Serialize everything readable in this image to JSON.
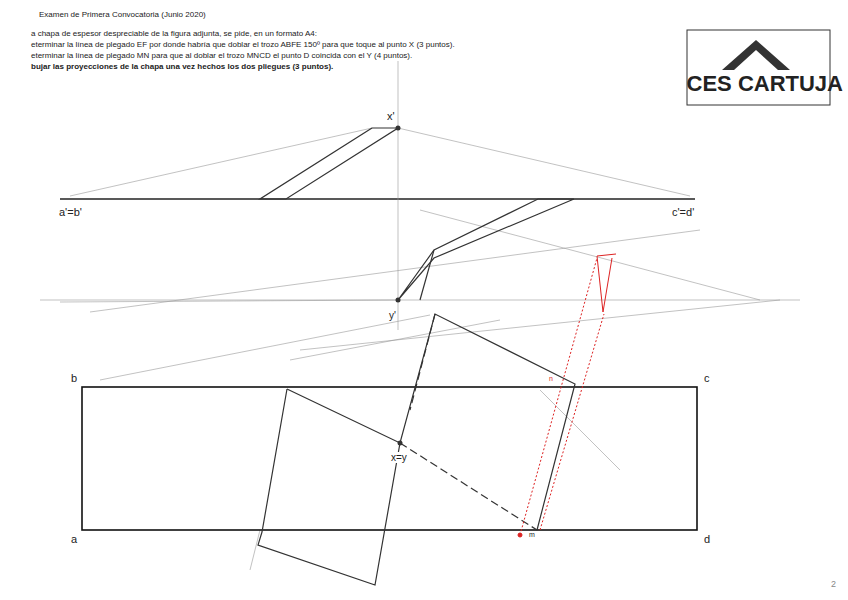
{
  "diagram": {
    "title": "Examen de Primera Convocatoria (Junio 2020)",
    "labels": [
      "a chapa de espesor despreciable de la figura adjunta, se pide, en un formato A4:",
      "eterminar la línea de plegado EF por donde habría que doblar el trozo ABFE 150º para que toque al punto X (3 puntos).",
      "eterminar la línea de plegado MN para que al doblar el trozo MNCD el punto D coincida con el Y (4 puntos).",
      "bujar las proyecciones de la chapa una vez hechos los dos pliegues (3 puntos).",
      "CES CARTUJA",
      "x'",
      "a'=b'",
      "c'=d'",
      "y'",
      "b",
      "c",
      "a",
      "d",
      "x=y",
      "n",
      "m",
      "2"
    ]
  }
}
